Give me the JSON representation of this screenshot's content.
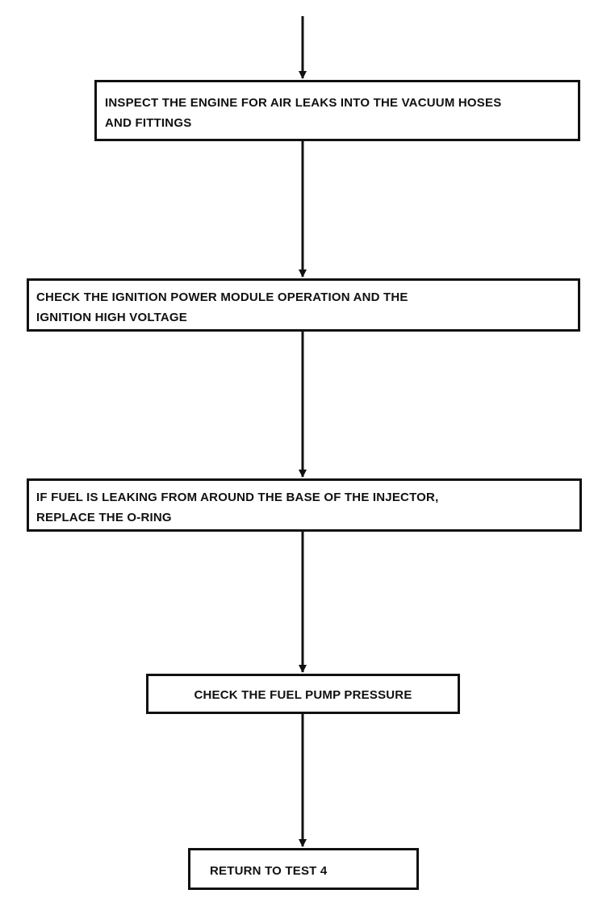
{
  "flowchart": {
    "steps": [
      {
        "id": "inspect-air-leaks",
        "lines": [
          "INSPECT THE ENGINE FOR AIR LEAKS INTO THE VACUUM HOSES",
          "AND FITTINGS"
        ]
      },
      {
        "id": "check-ignition",
        "lines": [
          "CHECK THE IGNITION POWER MODULE OPERATION AND THE",
          "IGNITION HIGH VOLTAGE"
        ]
      },
      {
        "id": "replace-o-ring",
        "lines": [
          "IF FUEL IS LEAKING FROM AROUND THE BASE OF THE INJECTOR,",
          "REPLACE THE O-RING"
        ]
      },
      {
        "id": "check-fuel-pump",
        "lines": [
          "CHECK THE FUEL PUMP PRESSURE"
        ]
      },
      {
        "id": "return-to-test",
        "lines": [
          "RETURN TO TEST 4"
        ]
      }
    ],
    "line_color": "#111111",
    "border_color": "#111111"
  }
}
